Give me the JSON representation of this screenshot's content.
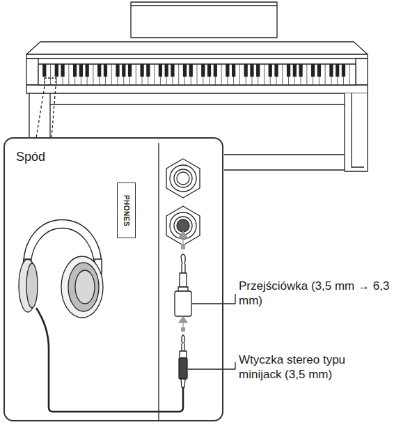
{
  "diagram": {
    "nodes": [
      {
        "text": [
          "Spód"
        ]
      },
      {
        "text": [
          "PHONES"
        ],
        "in": 0
      }
    ],
    "labels": [
      "Przejściówka (3,5 mm → 6,3 mm)",
      "Wtyczka stereo typu minijack (3,5 mm)"
    ]
  }
}
